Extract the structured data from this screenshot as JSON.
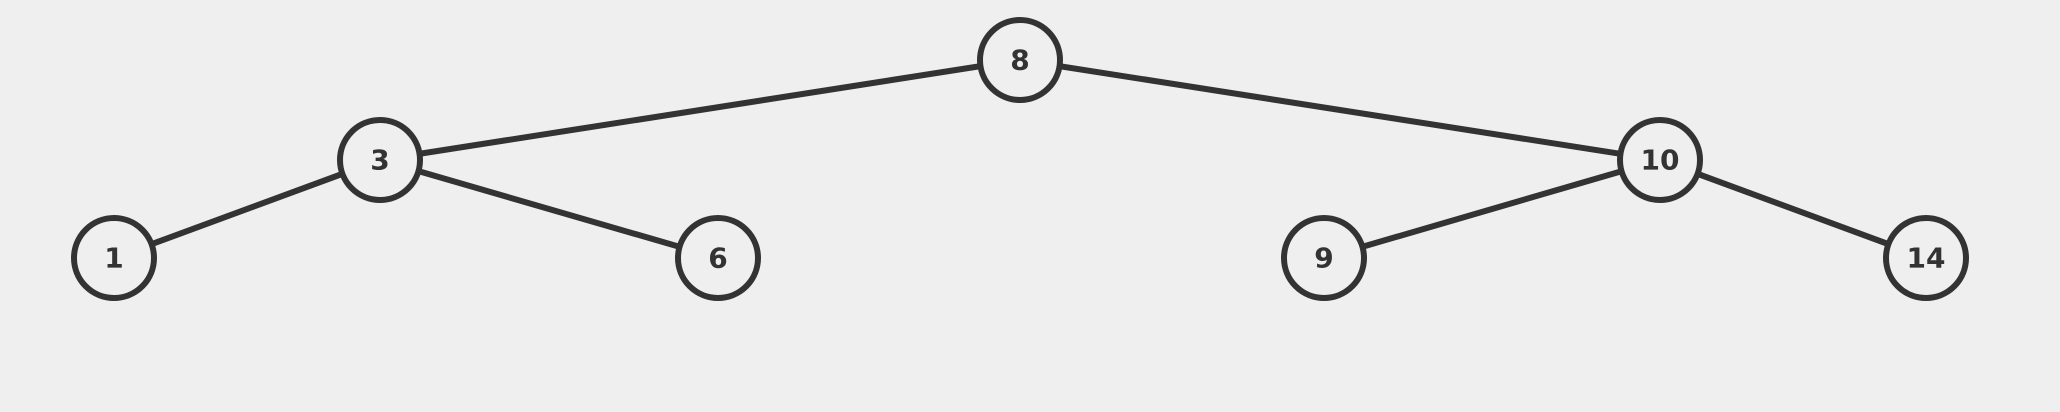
{
  "colors": {
    "background": "#efefef",
    "stroke": "#333333",
    "node_fill": "#efefef"
  },
  "tree": {
    "nodes": [
      {
        "id": "n8",
        "label": "8"
      },
      {
        "id": "n3",
        "label": "3"
      },
      {
        "id": "n10",
        "label": "10"
      },
      {
        "id": "n1",
        "label": "1"
      },
      {
        "id": "n6",
        "label": "6"
      },
      {
        "id": "n9",
        "label": "9"
      },
      {
        "id": "n14",
        "label": "14"
      }
    ],
    "edges": [
      {
        "from": "n8",
        "to": "n3"
      },
      {
        "from": "n8",
        "to": "n10"
      },
      {
        "from": "n3",
        "to": "n1"
      },
      {
        "from": "n3",
        "to": "n6"
      },
      {
        "from": "n10",
        "to": "n9"
      },
      {
        "from": "n10",
        "to": "n14"
      }
    ]
  }
}
